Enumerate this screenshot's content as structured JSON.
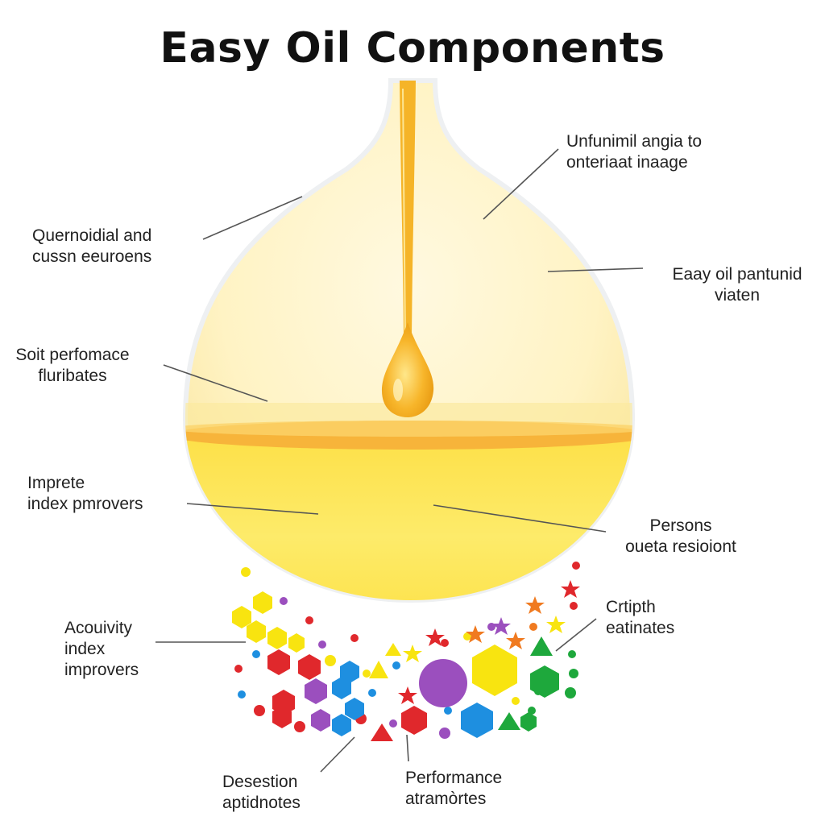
{
  "title": "Easy Oil Components",
  "colors": {
    "oil_light": "#fff6d2",
    "oil_yellow": "#fde95a",
    "oil_orange": "#f7b43a",
    "stream": "#f5b428",
    "red": "#e0282c",
    "yellow": "#f8e410",
    "blue": "#1e8fe0",
    "green": "#1ea83c",
    "purple": "#9b4fbe",
    "orange": "#f07a20"
  },
  "labels": [
    {
      "id": "q-and-c",
      "lines": [
        "Quernoidial and",
        "cussn eeuroens"
      ]
    },
    {
      "id": "unfunmil",
      "lines": [
        "Unfunimil angia to",
        "onteriaat inaage"
      ]
    },
    {
      "id": "easy-oil",
      "lines": [
        "Eaay oil pantunid",
        "viaten"
      ]
    },
    {
      "id": "soit",
      "lines": [
        "Soit perfomace",
        "fluribates"
      ]
    },
    {
      "id": "imprete",
      "lines": [
        "Imprete",
        "index pmrovers"
      ]
    },
    {
      "id": "persons",
      "lines": [
        "Persons",
        "oueta resioiont"
      ]
    },
    {
      "id": "acouivity",
      "lines": [
        "Acouivity",
        "index",
        "improvers"
      ]
    },
    {
      "id": "crtipth",
      "lines": [
        "Crtipth",
        "eatinates"
      ]
    },
    {
      "id": "desestion",
      "lines": [
        "Desestion",
        "aptidnotes"
      ]
    },
    {
      "id": "performance",
      "lines": [
        "Performance",
        "atramòrtes"
      ]
    }
  ]
}
